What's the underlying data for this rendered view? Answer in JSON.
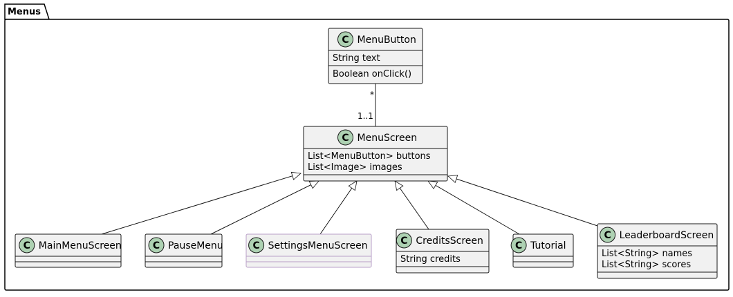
{
  "package": {
    "name": "Menus"
  },
  "colors": {
    "class_fill": "#f1f1f1",
    "class_border": "#181818",
    "class_icon": "#add1b2",
    "edge": "#181818",
    "settings_border": "#b99fc8"
  },
  "classes": [
    {
      "id": "MenuButton",
      "name": "MenuButton",
      "stereotype_icon": "C",
      "fields": [
        "String text"
      ],
      "methods": [
        "Boolean onClick()"
      ]
    },
    {
      "id": "MenuScreen",
      "name": "MenuScreen",
      "stereotype_icon": "C",
      "fields": [
        "List<MenuButton> buttons",
        "List<Image> images"
      ],
      "methods": []
    },
    {
      "id": "MainMenuScreen",
      "name": "MainMenuScreen",
      "stereotype_icon": "C",
      "fields": [],
      "methods": []
    },
    {
      "id": "PauseMenu",
      "name": "PauseMenu",
      "stereotype_icon": "C",
      "fields": [],
      "methods": []
    },
    {
      "id": "SettingsMenuScreen",
      "name": "SettingsMenuScreen",
      "stereotype_icon": "C",
      "fields": [],
      "methods": []
    },
    {
      "id": "CreditsScreen",
      "name": "CreditsScreen",
      "stereotype_icon": "C",
      "fields": [
        "String credits"
      ],
      "methods": []
    },
    {
      "id": "Tutorial",
      "name": "Tutorial",
      "stereotype_icon": "C",
      "fields": [],
      "methods": []
    },
    {
      "id": "LeaderboardScreen",
      "name": "LeaderboardScreen",
      "stereotype_icon": "C",
      "fields": [
        "List<String> names",
        "List<String> scores"
      ],
      "methods": []
    }
  ],
  "association": {
    "from": "MenuButton",
    "to": "MenuScreen",
    "from_multiplicity": "*",
    "to_multiplicity": "1..1"
  },
  "generalizations": [
    {
      "child": "MainMenuScreen",
      "parent": "MenuScreen"
    },
    {
      "child": "PauseMenu",
      "parent": "MenuScreen"
    },
    {
      "child": "SettingsMenuScreen",
      "parent": "MenuScreen"
    },
    {
      "child": "CreditsScreen",
      "parent": "MenuScreen"
    },
    {
      "child": "Tutorial",
      "parent": "MenuScreen"
    },
    {
      "child": "LeaderboardScreen",
      "parent": "MenuScreen"
    }
  ]
}
